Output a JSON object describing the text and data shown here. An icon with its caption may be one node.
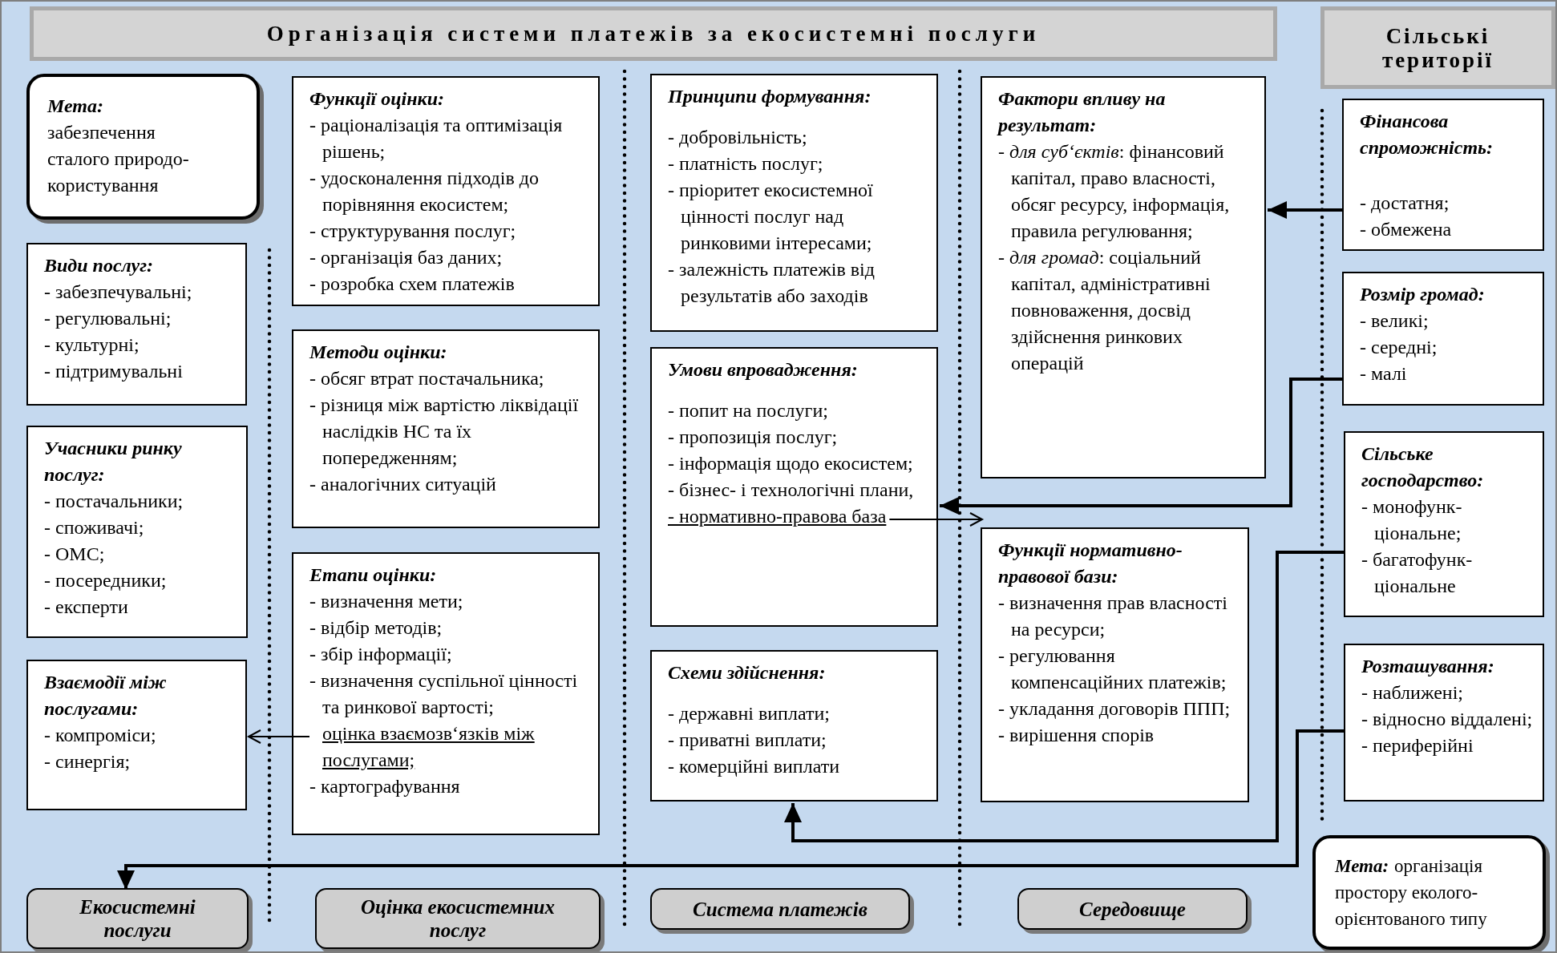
{
  "diagram": {
    "title": "Організація системи платежів за екосистемні послуги",
    "nodes": [
      {
        "text": [
          "Мета:",
          "забезпечення сталого природо-користування"
        ]
      },
      {
        "text": [
          "Види послуг:",
          "- забезпечувальні;",
          "- регулювальні;",
          "- культурні;",
          "- підтримувальні"
        ]
      },
      {
        "text": [
          "Учасники ринку послуг:",
          "- постачальники;",
          "- споживачі;",
          "- ОМС;",
          "- посередники;",
          "- експерти"
        ]
      },
      {
        "text": [
          "Взаємодії між послугами:",
          "- компроміси;",
          "- синергія;"
        ]
      },
      {
        "text": [
          "Функції оцінки:",
          "- раціоналізація та оптимізація рішень;",
          "- удосконалення підходів до порівняння екосистем;",
          "- структурування послуг;",
          "- організація баз даних;",
          "- розробка схем платежів"
        ]
      },
      {
        "text": [
          "Методи оцінки:",
          "- обсяг втрат постачальника;",
          "- різниця між вартістю ліквідації наслідків НС та їх попередженням;",
          "- аналогічних ситуацій"
        ]
      },
      {
        "text": [
          "Етапи оцінки:",
          "- визначення мети;",
          "- відбір методів;",
          "- збір інформації;",
          "- визначення суспільної цінності та ринкової вартості;",
          "- картографування"
        ]
      },
      {
        "text": [
          "оцінка взаємозв‘язків між послугами;"
        ],
        "in": 6
      },
      {
        "text": [
          "Принципи формування:",
          "- добровільність;",
          "- платність послуг;",
          "- пріоритет екосистемної цінності послуг над ринковими інтересами;",
          "- залежність платежів від результатів або заходів"
        ]
      },
      {
        "text": [
          "Умови впровадження:",
          "- попит на послуги;",
          "- пропозиція послуг;",
          "- інформація щодо екосистем;",
          "- бізнес- і технологічні плани,"
        ]
      },
      {
        "text": [
          "- нормативно-правова база"
        ],
        "in": 9
      },
      {
        "text": [
          "Схеми здійснення:",
          "- державні виплати;",
          "- приватні виплати;",
          "- комерційні виплати"
        ]
      },
      {
        "text": [
          "Фактори впливу на результат:",
          "- *для суб‘єктів*: фінансовий капітал, право власності, обсяг ресурсу, інформація, правила регулювання;",
          "- *для громад*: соціальний капітал, адміністративні повноваження, досвід здійснення ринкових операцій"
        ]
      },
      {
        "text": [
          "Функції нормативно-правової бази:",
          "- визначення прав власності на ресурси;",
          "- регулювання компенсаційних платежів;",
          "- укладання договорів ППП;",
          "- вирішення спорів"
        ]
      },
      {
        "text": [
          "Сільські території"
        ]
      },
      {
        "text": [
          "Фінансова спроможність:",
          "- достатня;",
          "- обмежена"
        ]
      },
      {
        "text": [
          "Розмір громад:",
          "- великі;",
          "- середні;",
          "- малі"
        ]
      },
      {
        "text": [
          "Сільське господарство:",
          "- монофунк-ціональне;",
          "- багатофунк-ціональне"
        ]
      },
      {
        "text": [
          "Розташування:",
          "- наближені;",
          "- відносно віддалені;",
          "- периферійні"
        ]
      },
      {
        "text": [
          "Мета:",
          "організація простору еколого-орієнтованого типу"
        ]
      },
      {
        "text": [
          "Екосистемні послуги"
        ]
      },
      {
        "text": [
          "Оцінка екосистемних послуг"
        ]
      },
      {
        "text": [
          "Система платежів"
        ]
      },
      {
        "text": [
          "Середовище"
        ]
      }
    ],
    "edges": [
      {
        "from": 15,
        "to": 12,
        "arrow": "to"
      },
      {
        "from": 16,
        "to": 9,
        "arrow": "to"
      },
      {
        "from": 17,
        "to": 11,
        "arrow": "to"
      },
      {
        "from": 18,
        "to": 20,
        "arrow": "to"
      },
      {
        "from": 10,
        "to": 13,
        "arrow": "to"
      },
      {
        "from": 7,
        "to": 3,
        "arrow": "to"
      }
    ]
  }
}
